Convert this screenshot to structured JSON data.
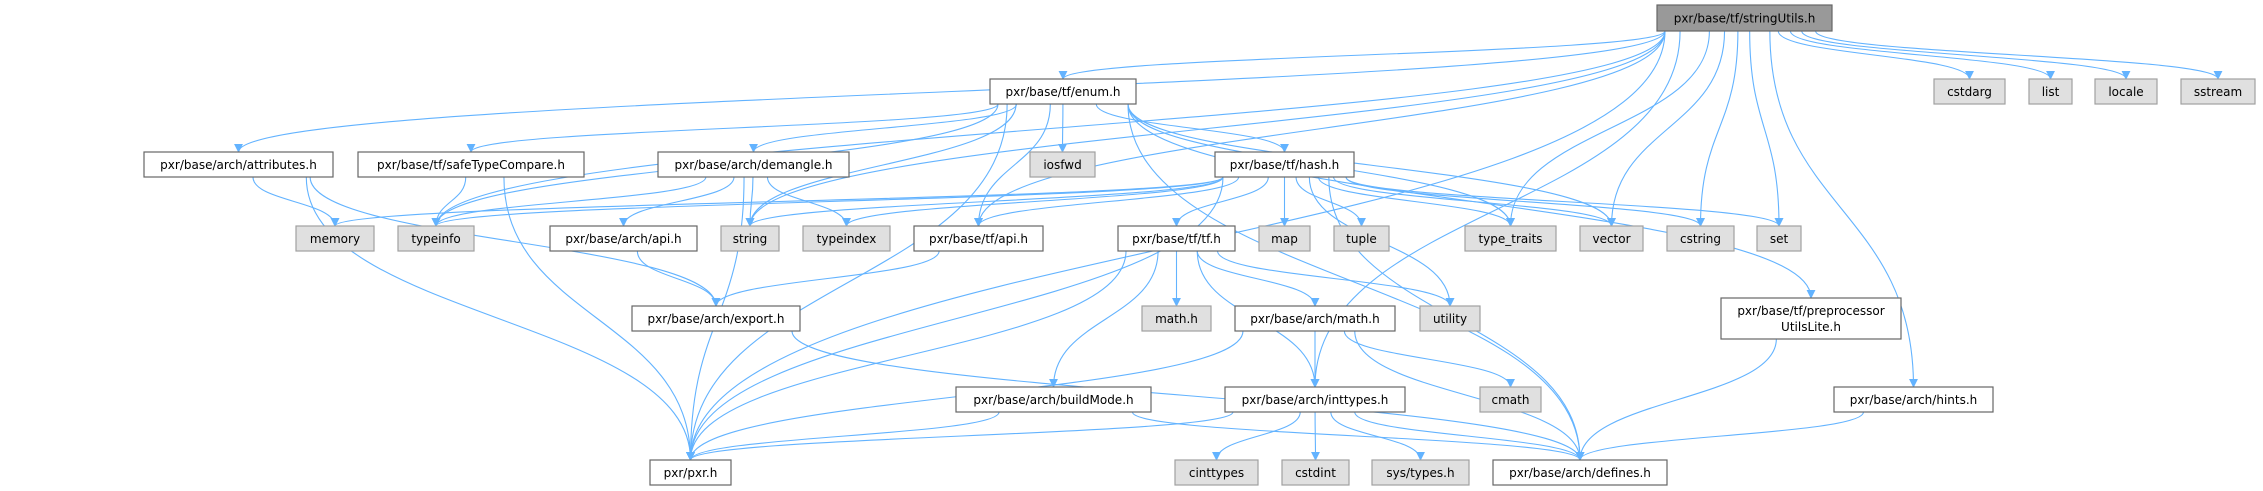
{
  "title": "pxr/base/tf/stringUtils.h",
  "colors": {
    "edge": "#63b3ff",
    "root_fill": "#999999",
    "system_fill": "#e0e0e0",
    "local_fill": "#ffffff"
  },
  "nodes": [
    {
      "id": "stringUtils",
      "label": "pxr/base/tf/stringUtils.h",
      "kind": "root"
    },
    {
      "id": "enum",
      "label": "pxr/base/tf/enum.h",
      "kind": "local"
    },
    {
      "id": "cstdarg",
      "label": "cstdarg",
      "kind": "system"
    },
    {
      "id": "list",
      "label": "list",
      "kind": "system"
    },
    {
      "id": "locale",
      "label": "locale",
      "kind": "system"
    },
    {
      "id": "sstream",
      "label": "sstream",
      "kind": "system"
    },
    {
      "id": "attributes",
      "label": "pxr/base/arch/attributes.h",
      "kind": "local"
    },
    {
      "id": "safeTypeCompare",
      "label": "pxr/base/tf/safeTypeCompare.h",
      "kind": "local"
    },
    {
      "id": "demangle",
      "label": "pxr/base/arch/demangle.h",
      "kind": "local"
    },
    {
      "id": "iosfwd",
      "label": "iosfwd",
      "kind": "system"
    },
    {
      "id": "hash",
      "label": "pxr/base/tf/hash.h",
      "kind": "local"
    },
    {
      "id": "memory",
      "label": "memory",
      "kind": "system"
    },
    {
      "id": "typeinfo",
      "label": "typeinfo",
      "kind": "system"
    },
    {
      "id": "archapi",
      "label": "pxr/base/arch/api.h",
      "kind": "local"
    },
    {
      "id": "string",
      "label": "string",
      "kind": "system"
    },
    {
      "id": "typeindex",
      "label": "typeindex",
      "kind": "system"
    },
    {
      "id": "tfapi",
      "label": "pxr/base/tf/api.h",
      "kind": "local"
    },
    {
      "id": "tf",
      "label": "pxr/base/tf/tf.h",
      "kind": "local"
    },
    {
      "id": "map",
      "label": "map",
      "kind": "system"
    },
    {
      "id": "tuple",
      "label": "tuple",
      "kind": "system"
    },
    {
      "id": "type_traits",
      "label": "type_traits",
      "kind": "system"
    },
    {
      "id": "vector",
      "label": "vector",
      "kind": "system"
    },
    {
      "id": "cstring",
      "label": "cstring",
      "kind": "system"
    },
    {
      "id": "set",
      "label": "set",
      "kind": "system"
    },
    {
      "id": "export",
      "label": "pxr/base/arch/export.h",
      "kind": "local"
    },
    {
      "id": "mathh",
      "label": "math.h",
      "kind": "system"
    },
    {
      "id": "archmath",
      "label": "pxr/base/arch/math.h",
      "kind": "local"
    },
    {
      "id": "utility",
      "label": "utility",
      "kind": "system"
    },
    {
      "id": "preprocessor",
      "label": "pxr/base/tf/preprocessor",
      "label2": "UtilsLite.h",
      "kind": "local"
    },
    {
      "id": "buildMode",
      "label": "pxr/base/arch/buildMode.h",
      "kind": "local"
    },
    {
      "id": "inttypes",
      "label": "pxr/base/arch/inttypes.h",
      "kind": "local"
    },
    {
      "id": "cmath",
      "label": "cmath",
      "kind": "system"
    },
    {
      "id": "hints",
      "label": "pxr/base/arch/hints.h",
      "kind": "local"
    },
    {
      "id": "pxr",
      "label": "pxr/pxr.h",
      "kind": "local"
    },
    {
      "id": "cinttypes",
      "label": "cinttypes",
      "kind": "system"
    },
    {
      "id": "cstdint",
      "label": "cstdint",
      "kind": "system"
    },
    {
      "id": "systypes",
      "label": "sys/types.h",
      "kind": "system"
    },
    {
      "id": "defines",
      "label": "pxr/base/arch/defines.h",
      "kind": "local"
    }
  ],
  "edges": [
    [
      "stringUtils",
      "enum"
    ],
    [
      "stringUtils",
      "attributes"
    ],
    [
      "stringUtils",
      "pxr"
    ],
    [
      "stringUtils",
      "inttypes"
    ],
    [
      "stringUtils",
      "string"
    ],
    [
      "stringUtils",
      "tfapi"
    ],
    [
      "stringUtils",
      "typeinfo"
    ],
    [
      "stringUtils",
      "type_traits"
    ],
    [
      "stringUtils",
      "vector"
    ],
    [
      "stringUtils",
      "cstring"
    ],
    [
      "stringUtils",
      "set"
    ],
    [
      "stringUtils",
      "cstdarg"
    ],
    [
      "stringUtils",
      "list"
    ],
    [
      "stringUtils",
      "locale"
    ],
    [
      "stringUtils",
      "sstream"
    ],
    [
      "stringUtils",
      "hints"
    ],
    [
      "enum",
      "safeTypeCompare"
    ],
    [
      "enum",
      "demangle"
    ],
    [
      "enum",
      "iosfwd"
    ],
    [
      "enum",
      "hash"
    ],
    [
      "enum",
      "string"
    ],
    [
      "enum",
      "typeinfo"
    ],
    [
      "enum",
      "tfapi"
    ],
    [
      "enum",
      "type_traits"
    ],
    [
      "enum",
      "vector"
    ],
    [
      "enum",
      "preprocessor"
    ],
    [
      "enum",
      "pxr"
    ],
    [
      "enum",
      "defines"
    ],
    [
      "attributes",
      "memory"
    ],
    [
      "attributes",
      "export"
    ],
    [
      "attributes",
      "pxr"
    ],
    [
      "safeTypeCompare",
      "typeinfo"
    ],
    [
      "safeTypeCompare",
      "pxr"
    ],
    [
      "demangle",
      "typeinfo"
    ],
    [
      "demangle",
      "archapi"
    ],
    [
      "demangle",
      "string"
    ],
    [
      "demangle",
      "typeindex"
    ],
    [
      "demangle",
      "pxr"
    ],
    [
      "archapi",
      "export"
    ],
    [
      "tfapi",
      "export"
    ],
    [
      "export",
      "defines"
    ],
    [
      "hash",
      "memory"
    ],
    [
      "hash",
      "typeinfo"
    ],
    [
      "hash",
      "string"
    ],
    [
      "hash",
      "typeindex"
    ],
    [
      "hash",
      "tfapi"
    ],
    [
      "hash",
      "tf"
    ],
    [
      "hash",
      "map"
    ],
    [
      "hash",
      "tuple"
    ],
    [
      "hash",
      "utility"
    ],
    [
      "hash",
      "type_traits"
    ],
    [
      "hash",
      "vector"
    ],
    [
      "hash",
      "cstring"
    ],
    [
      "hash",
      "set"
    ],
    [
      "hash",
      "defines"
    ],
    [
      "hash",
      "pxr"
    ],
    [
      "tf",
      "mathh"
    ],
    [
      "tf",
      "archmath"
    ],
    [
      "tf",
      "utility"
    ],
    [
      "tf",
      "buildMode"
    ],
    [
      "tf",
      "inttypes"
    ],
    [
      "tf",
      "pxr"
    ],
    [
      "archmath",
      "inttypes"
    ],
    [
      "archmath",
      "cmath"
    ],
    [
      "archmath",
      "defines"
    ],
    [
      "archmath",
      "pxr"
    ],
    [
      "buildMode",
      "pxr"
    ],
    [
      "buildMode",
      "defines"
    ],
    [
      "inttypes",
      "cinttypes"
    ],
    [
      "inttypes",
      "cstdint"
    ],
    [
      "inttypes",
      "systypes"
    ],
    [
      "inttypes",
      "defines"
    ],
    [
      "inttypes",
      "pxr"
    ],
    [
      "preprocessor",
      "defines"
    ],
    [
      "hints",
      "defines"
    ]
  ]
}
